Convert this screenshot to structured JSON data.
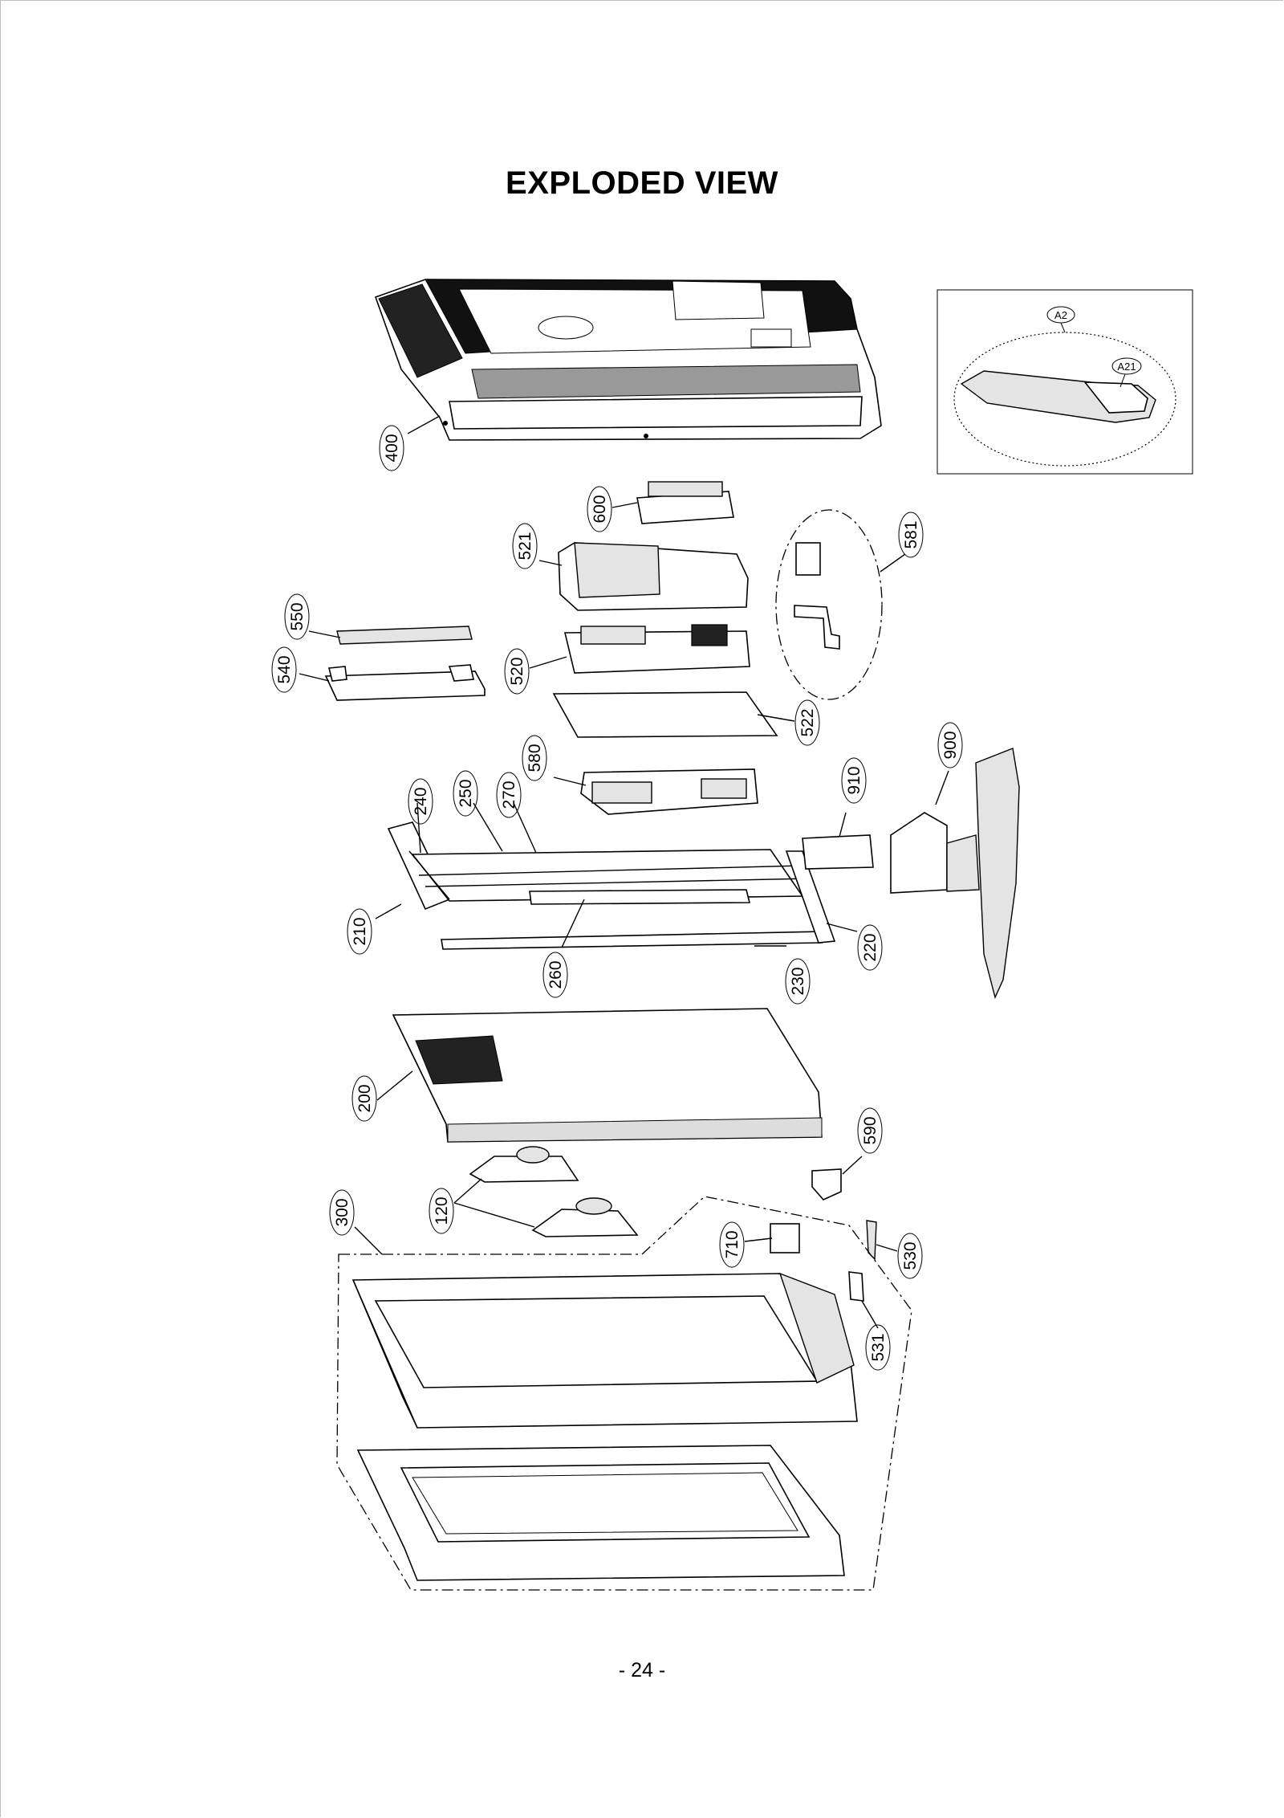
{
  "title": "EXPLODED VIEW",
  "page_number": "- 24 -",
  "inset_labels": [
    "A2",
    "A21"
  ],
  "part_labels": [
    "400",
    "600",
    "521",
    "581",
    "550",
    "540",
    "520",
    "522",
    "900",
    "580",
    "910",
    "240",
    "250",
    "270",
    "210",
    "220",
    "260",
    "230",
    "200",
    "590",
    "300",
    "120",
    "710",
    "530",
    "531"
  ]
}
